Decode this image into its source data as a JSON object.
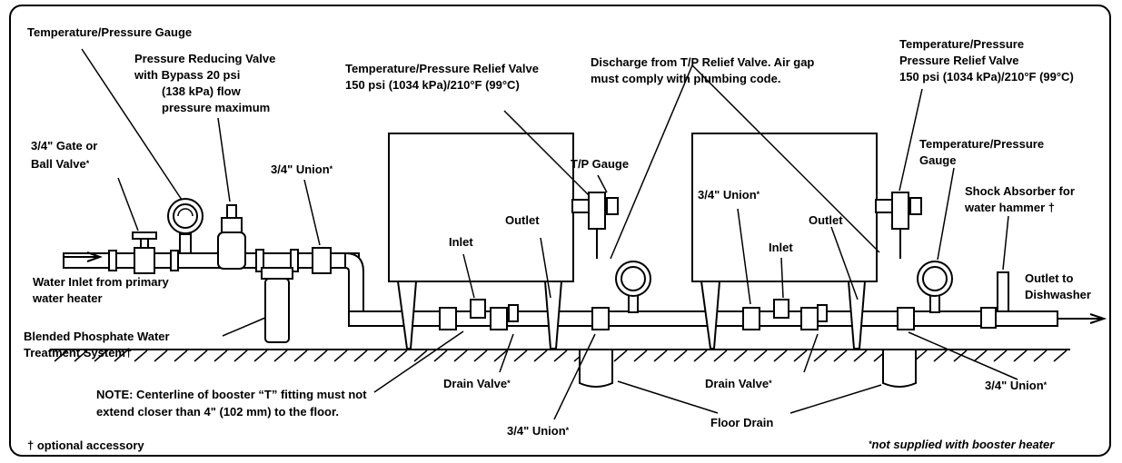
{
  "labels": {
    "tp_gauge_left": "Temperature/Pressure Gauge",
    "prv_line1": "Pressure Reducing Valve",
    "prv_line2": "with Bypass 20 psi",
    "prv_line3": "(138 kPa) flow",
    "prv_line4": "pressure maximum",
    "gate_line1": "3/4\" Gate or",
    "gate_line2": "Ball Valve",
    "union_top_left": "3/4\" Union",
    "water_inlet_line1": "Water Inlet from primary",
    "water_inlet_line2": "water heater",
    "blended_line1": "Blended Phosphate Water",
    "blended_line2": "Treatment System†",
    "tprv_left_line1": "Temperature/Pressure Relief Valve",
    "tprv_left_line2": "150 psi (1034 kPa)/210°F (99°C)",
    "discharge_line1": "Discharge from T/P Relief Valve. Air gap",
    "discharge_line2": "must comply with plumbing code.",
    "tprv_right_line1": "Temperature/Pressure",
    "tprv_right_line2": "Pressure Relief Valve",
    "tprv_right_line3": "150 psi (1034 kPa)/210°F (99°C)",
    "tp_gauge_right_line1": "Temperature/Pressure",
    "tp_gauge_right_line2": "Gauge",
    "tp_gauge_short": "T/P Gauge",
    "inlet_left": "Inlet",
    "outlet_left": "Outlet",
    "union_mid": "3/4\" Union",
    "inlet_right": "Inlet",
    "outlet_right": "Outlet",
    "shock_line1": "Shock Absorber for",
    "shock_line2": "water hammer †",
    "outlet_dish_line1": "Outlet to",
    "outlet_dish_line2": "Dishwasher",
    "drain_valve_left": "Drain Valve",
    "drain_valve_right": "Drain Valve",
    "union_bottom_right": "3/4\" Union",
    "union_bottom_mid": "3/4\" Union",
    "note_line1": "NOTE: Centerline of booster “T” fitting must not",
    "note_line2": "extend closer than 4\" (102 mm) to the floor.",
    "floor_drain": "Floor Drain",
    "optional": "† optional accessory",
    "not_supplied": "not supplied with booster heater",
    "asterisk": "*"
  },
  "colors": {
    "ink": "#000000",
    "paper": "#ffffff"
  }
}
